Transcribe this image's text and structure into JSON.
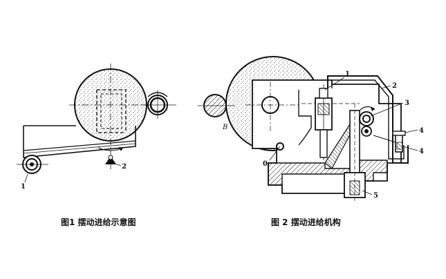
{
  "figure1": {
    "caption": "图1 摆动进给示意图",
    "labels": {
      "part1": "1",
      "part2": "2"
    }
  },
  "figure2": {
    "caption": "图 2 摆动进给机构",
    "labels": {
      "B": "B",
      "O": "0",
      "part1": "1",
      "part2": "2",
      "part3": "3",
      "part4a": "4",
      "part4b": "4",
      "part5": "5"
    }
  },
  "colors": {
    "ink": "#111111",
    "paper": "#ffffff"
  }
}
